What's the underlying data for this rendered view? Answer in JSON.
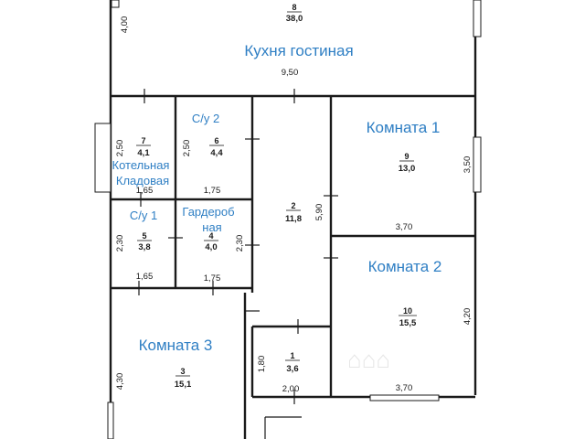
{
  "plan": {
    "rooms": [
      {
        "id": "kitchen",
        "name": "Кухня гостиная",
        "num": "8",
        "area": "38,0"
      },
      {
        "id": "room1",
        "name": "Комната 1",
        "num": "9",
        "area": "13,0"
      },
      {
        "id": "room2",
        "name": "Комната 2",
        "num": "10",
        "area": "15,5"
      },
      {
        "id": "room3",
        "name": "Комната 3",
        "num": "3",
        "area": "15,1"
      },
      {
        "id": "corridor",
        "name": "",
        "num": "2",
        "area": "11,8"
      },
      {
        "id": "bath1",
        "name": "С/у 1",
        "num": "5",
        "area": "3,8"
      },
      {
        "id": "bath2",
        "name": "С/у 2",
        "num": "6",
        "area": "4,4"
      },
      {
        "id": "boiler",
        "name_line1": "Котельная",
        "name_line2": "Кладовая",
        "num": "7",
        "area": "4,1"
      },
      {
        "id": "wardrobe",
        "name_line1": "Гардероб",
        "name_line2": "ная",
        "num": "4",
        "area": "4,0"
      },
      {
        "id": "small",
        "name": "",
        "num": "1",
        "area": "3,6"
      }
    ],
    "dims": {
      "kitchen_h": "4,00",
      "kitchen_w": "9,50",
      "boiler_h": "2,50",
      "boiler_w": "1,65",
      "bath2_h": "2,50",
      "bath2_w": "1,75",
      "bath1_h": "2,30",
      "bath1_w": "1,65",
      "wardrobe_h": "2,30",
      "wardrobe_w": "1,75",
      "corridor_h": "5,90",
      "room1_h": "3,50",
      "room1_w": "3,70",
      "room2_h": "4,20",
      "room2_w": "3,70",
      "room3_h": "4,30",
      "small_h": "1,80",
      "small_w": "2,00"
    }
  }
}
